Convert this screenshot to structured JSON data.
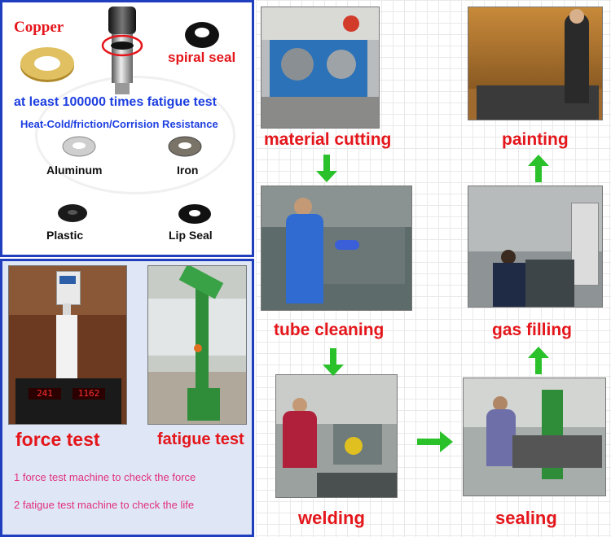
{
  "seals": {
    "copper_label": "Copper",
    "spiral_label": "spiral seal",
    "fatigue_text": "at least 100000 times fatigue test",
    "resistance_text": "Heat-Cold/friction/Corrision Resistance",
    "aluminum_label": "Aluminum",
    "iron_label": "Iron",
    "plastic_label": "Plastic",
    "lip_label": "Lip Seal"
  },
  "tests": {
    "force_label": "force test",
    "fatigue_label": "fatigue test",
    "note1": "1 force test machine to check the force",
    "note2": "2 fatigue test machine to check the life",
    "display_left": "241",
    "display_right": "1162"
  },
  "process": {
    "material_cutting": "material cutting",
    "painting": "painting",
    "tube_cleaning": "tube cleaning",
    "gas_filling": "gas filling",
    "welding": "welding",
    "sealing": "sealing"
  },
  "colors": {
    "accent_red": "#e4161b",
    "arrow_green": "#2bc12b",
    "border_blue": "#1f3fbf",
    "note_pink": "#e0307a"
  }
}
